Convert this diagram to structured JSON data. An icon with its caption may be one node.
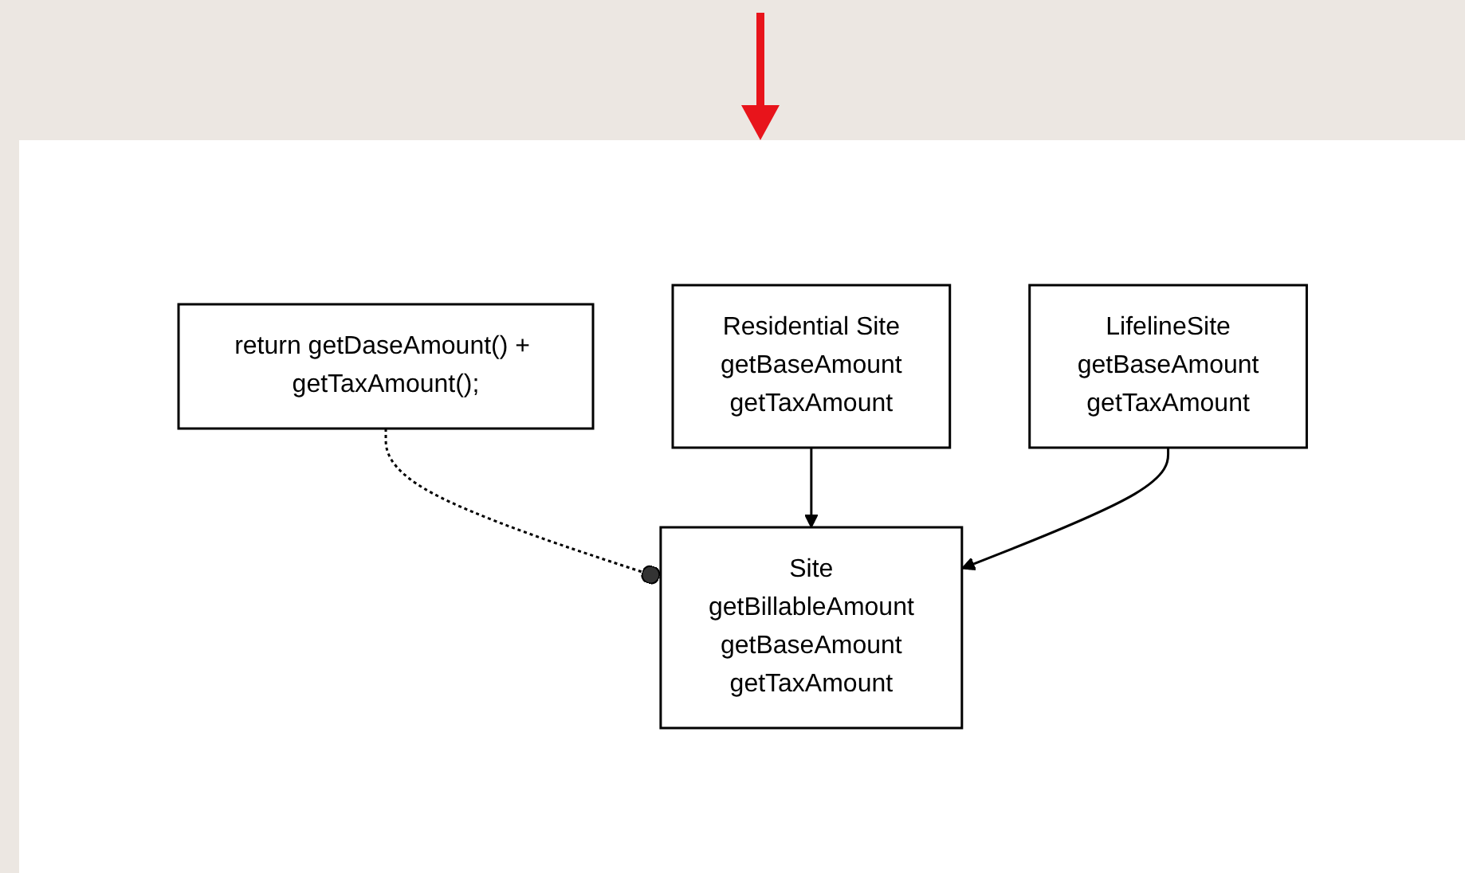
{
  "diagram": {
    "nodes": [
      {
        "text": [
          "Site",
          "getBillableAmount",
          "getBaseAmount",
          "getTaxAmount"
        ]
      },
      {
        "text": [
          "return getDaseAmount() + getTaxAmount();"
        ]
      },
      {
        "text": [
          "Residential Site",
          "getBaseAmount",
          "getTaxAmount"
        ]
      },
      {
        "text": [
          "LifelineSite",
          "getBaseAmount",
          "getTaxAmount"
        ]
      }
    ],
    "edges": [
      {
        "from": 1,
        "to": 0,
        "arrow": "other",
        "style": "dashed"
      },
      {
        "from": 2,
        "to": 0,
        "arrow": "to"
      },
      {
        "from": 3,
        "to": 0,
        "arrow": "to"
      }
    ]
  }
}
